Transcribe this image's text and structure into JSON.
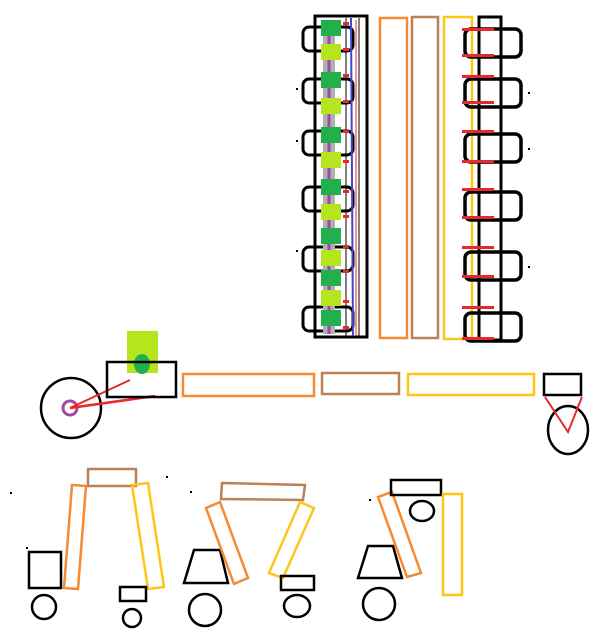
{
  "colors": {
    "black": "#000000",
    "orange": "#f58a30",
    "tan": "#b9805a",
    "yellow": "#ffc61a",
    "red": "#e52a2a",
    "green": "#22b04c",
    "lime": "#b5e61d",
    "purple": "#a349a4",
    "blue": "#3f48cc",
    "gray": "#b0b0b0",
    "white": "#ffffff"
  },
  "icons": {
    "bottle": "black-cylinder-with-caps",
    "wheel": "circle",
    "trapezoid": "base-block"
  },
  "text": []
}
